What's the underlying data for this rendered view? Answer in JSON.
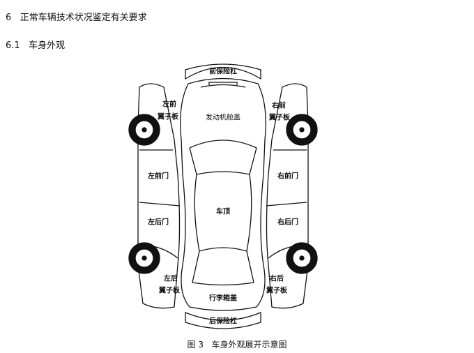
{
  "heading1": {
    "number": "6",
    "title": "正常车辆技术状况鉴定有关要求"
  },
  "heading2": {
    "number": "6.1",
    "title": "车身外观"
  },
  "diagram": {
    "front_bumper": "前保险杠",
    "left_front_a": "左前",
    "left_front_b": "翼子板",
    "hood": "发动机舱盖",
    "right_front_a": "右前",
    "right_front_b": "翼子板",
    "left_front_door": "左前门",
    "right_front_door": "右前门",
    "roof": "车顶",
    "left_rear_door": "左后门",
    "right_rear_door": "右后门",
    "left_rear_a": "左后",
    "left_rear_b": "翼子板",
    "trunk": "行李箱盖",
    "right_rear_a": "右后",
    "right_rear_b": "翼子板",
    "rear_bumper": "后保险杠"
  },
  "caption": {
    "figure": "图 3",
    "title": "车身外观展开示意图"
  }
}
